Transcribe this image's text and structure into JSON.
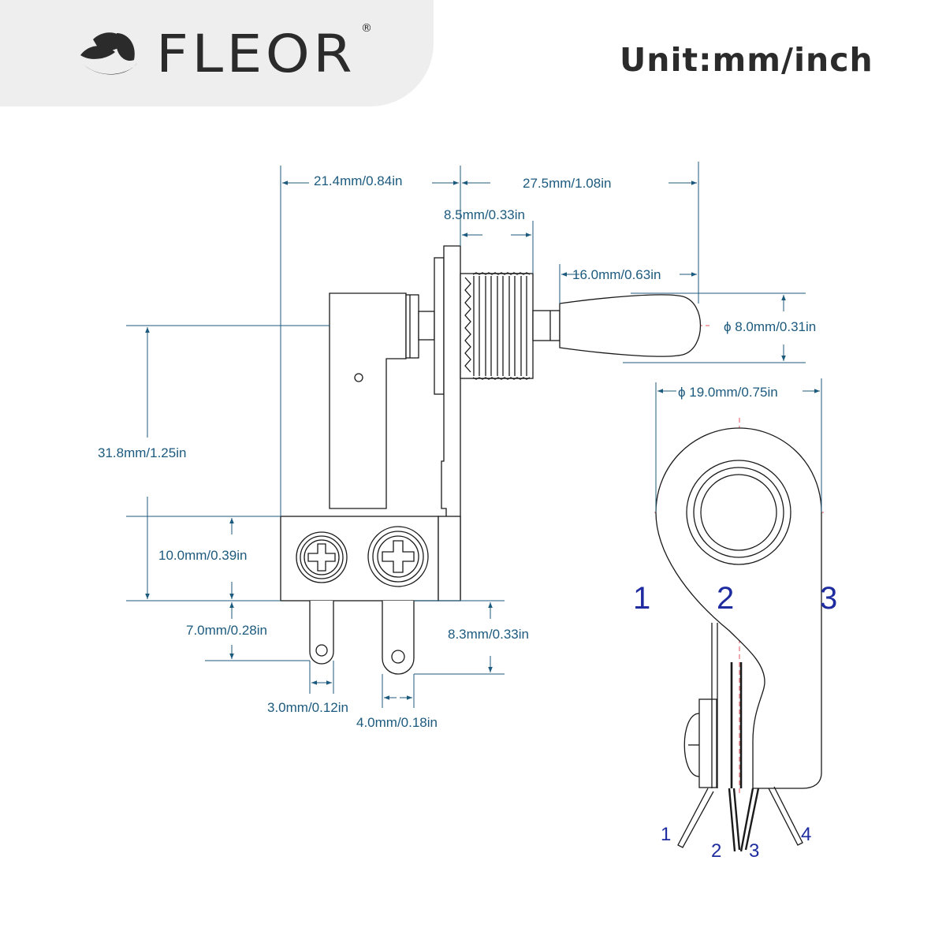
{
  "brand": {
    "name": "FLEOR",
    "registered": "®",
    "logo_icon": "leaf-icon"
  },
  "header": {
    "unit_label": "Unit:mm/inch"
  },
  "colors": {
    "dimension": "#1c5a7e",
    "centerline": "#e0555c",
    "outline": "#1a1a1a",
    "pin_label": "#1e2ca0",
    "header_bg": "#eeeeee"
  },
  "side_view": {
    "dims": {
      "body_width": "21.4mm/0.84in",
      "lever_length": "27.5mm/1.08in",
      "bushing_length": "8.5mm/0.33in",
      "knob_length": "16.0mm/0.63in",
      "knob_diameter": "ϕ 8.0mm/0.31in",
      "total_height": "31.8mm/1.25in",
      "bracket_height": "10.0mm/0.39in",
      "lug1_length": "7.0mm/0.28in",
      "lug2_length": "8.3mm/0.33in",
      "lug1_width": "3.0mm/0.12in",
      "lug2_width": "4.0mm/0.18in"
    }
  },
  "front_view": {
    "diameter": "ϕ 19.0mm/0.75in",
    "positions": [
      "1",
      "2",
      "3"
    ],
    "terminals": [
      "1",
      "2",
      "3",
      "4"
    ]
  }
}
